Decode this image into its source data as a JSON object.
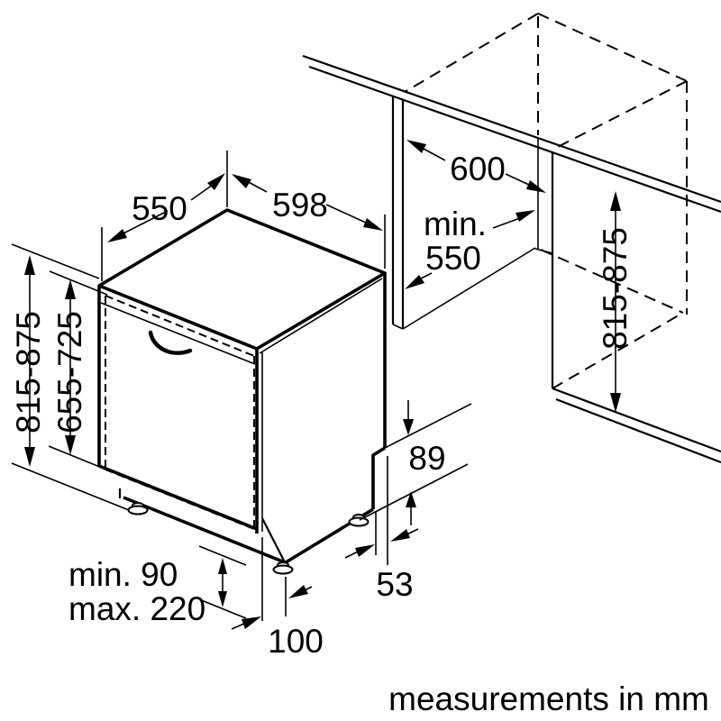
{
  "diagram": {
    "type": "installation-dimension-drawing",
    "subject": "built-in dishwasher with niche",
    "labels": {
      "top_depth": "550",
      "top_width": "598",
      "niche_width": "600",
      "niche_depth_prefix": "min.",
      "niche_depth_value": "550",
      "niche_height": "815-875",
      "appliance_height": "815-875",
      "door_height": "655-725",
      "plinth_min": "min. 90",
      "plinth_max": "max. 220",
      "foot_setback": "100",
      "notch_height": "89",
      "notch_depth": "53"
    },
    "footer": {
      "units_note": "measurements in mm"
    },
    "colors": {
      "line": "#000000",
      "background": "#ffffff"
    }
  }
}
